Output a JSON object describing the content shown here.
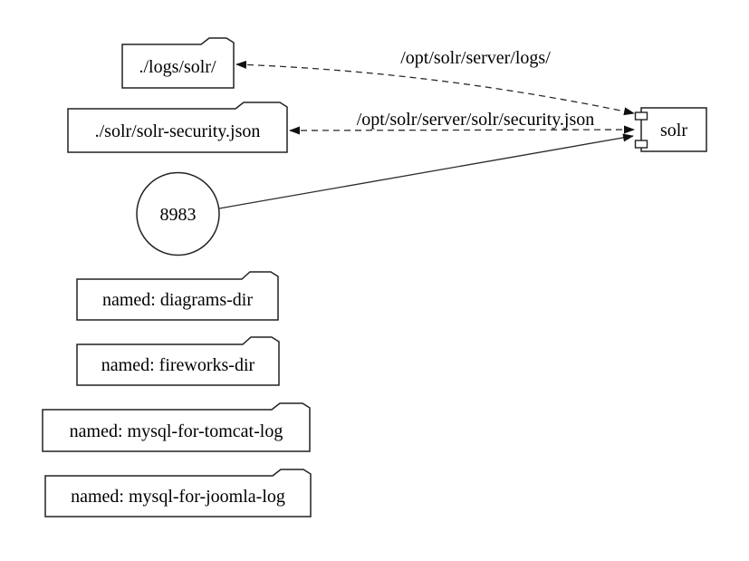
{
  "diagram": {
    "background_color": "#ffffff",
    "stroke_color": "#222222",
    "text_color": "#000000",
    "nodes": {
      "logs_dir": {
        "label": "./logs/solr/",
        "shape": "folder"
      },
      "security_json": {
        "label": "./solr/solr-security.json",
        "shape": "folder"
      },
      "port_8983": {
        "label": "8983",
        "shape": "circle"
      },
      "diagrams_dir": {
        "label": "named: diagrams-dir",
        "shape": "folder"
      },
      "fireworks_dir": {
        "label": "named: fireworks-dir",
        "shape": "folder"
      },
      "mysql_for_tomcat_log": {
        "label": "named: mysql-for-tomcat-log",
        "shape": "folder"
      },
      "mysql_for_joomla_log": {
        "label": "named: mysql-for-joomla-log",
        "shape": "folder"
      },
      "solr_service": {
        "label": "solr",
        "shape": "component"
      }
    },
    "edges": {
      "logs_mount": {
        "label": "/opt/solr/server/logs/",
        "from": "solr",
        "to": "./logs/solr/",
        "style": "dashed",
        "arrows": "both"
      },
      "security_mount": {
        "label": "/opt/solr/server/solr/security.json",
        "from": "solr",
        "to": "./solr/solr-security.json",
        "style": "dashed",
        "arrows": "both"
      },
      "port_link": {
        "label": "",
        "from": "8983",
        "to": "solr",
        "style": "solid",
        "arrows": "end"
      }
    }
  }
}
